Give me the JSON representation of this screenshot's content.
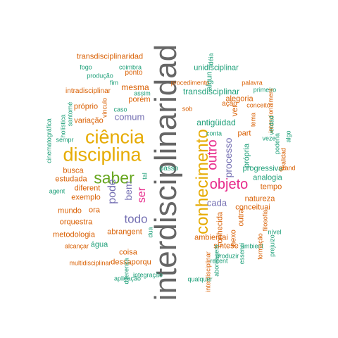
{
  "colors": {
    "gray": "#666666",
    "gold": "#E6AB02",
    "pink": "#E7298A",
    "purple": "#7570B3",
    "orange": "#D95F02",
    "teal": "#1B9E77",
    "green": "#66A61E"
  },
  "words": [
    {
      "text": "interdisciplinaridad",
      "color": "gray",
      "vertical": true
    },
    {
      "text": "conhecimento",
      "color": "gold",
      "vertical": true
    },
    {
      "text": "ciência",
      "color": "gold",
      "vertical": false
    },
    {
      "text": "disciplina",
      "color": "gold",
      "vertical": false
    },
    {
      "text": "saber",
      "color": "green",
      "vertical": false
    },
    {
      "text": "objeto",
      "color": "pink",
      "vertical": false
    },
    {
      "text": "outro",
      "color": "pink",
      "vertical": true
    },
    {
      "text": "processo",
      "color": "purple",
      "vertical": true
    },
    {
      "text": "ser",
      "color": "pink",
      "vertical": true
    },
    {
      "text": "pode",
      "color": "purple",
      "vertical": true
    },
    {
      "text": "bem",
      "color": "purple",
      "vertical": true
    },
    {
      "text": "todo",
      "color": "purple",
      "vertical": false
    },
    {
      "text": "comum",
      "color": "purple",
      "vertical": false
    },
    {
      "text": "cada",
      "color": "purple",
      "vertical": false
    },
    {
      "text": "transdisciplinaridad",
      "color": "orange",
      "vertical": false
    },
    {
      "text": "fogo",
      "color": "teal",
      "vertical": false
    },
    {
      "text": "coimbra",
      "color": "teal",
      "vertical": false
    },
    {
      "text": "produção",
      "color": "teal",
      "vertical": false
    },
    {
      "text": "ponto",
      "color": "orange",
      "vertical": false
    },
    {
      "text": "intradisciplinar",
      "color": "orange",
      "vertical": false
    },
    {
      "text": "mesma",
      "color": "orange",
      "vertical": false
    },
    {
      "text": "fim",
      "color": "teal",
      "vertical": false
    },
    {
      "text": "assim",
      "color": "teal",
      "vertical": false
    },
    {
      "text": "porém",
      "color": "orange",
      "vertical": false
    },
    {
      "text": "próprio",
      "color": "orange",
      "vertical": false
    },
    {
      "text": "caso",
      "color": "teal",
      "vertical": false
    },
    {
      "text": "vinculo",
      "color": "orange",
      "vertical": true
    },
    {
      "text": "variação",
      "color": "orange",
      "vertical": false
    },
    {
      "text": "holística",
      "color": "teal",
      "vertical": true
    },
    {
      "text": "santomé",
      "color": "teal",
      "vertical": true
    },
    {
      "text": "cinematográfica",
      "color": "teal",
      "vertical": true
    },
    {
      "text": "sempr",
      "color": "teal",
      "vertical": false
    },
    {
      "text": "busca",
      "color": "orange",
      "vertical": false
    },
    {
      "text": "estudada",
      "color": "orange",
      "vertical": false
    },
    {
      "text": "agent",
      "color": "teal",
      "vertical": false
    },
    {
      "text": "diferent",
      "color": "orange",
      "vertical": false
    },
    {
      "text": "exemplo",
      "color": "orange",
      "vertical": false
    },
    {
      "text": "tal",
      "color": "teal",
      "vertical": true
    },
    {
      "text": "mundo",
      "color": "orange",
      "vertical": false
    },
    {
      "text": "ora",
      "color": "orange",
      "vertical": false
    },
    {
      "text": "orquestra",
      "color": "orange",
      "vertical": false
    },
    {
      "text": "abrangent",
      "color": "orange",
      "vertical": false
    },
    {
      "text": "metodologia",
      "color": "orange",
      "vertical": false
    },
    {
      "text": "dua",
      "color": "teal",
      "vertical": true
    },
    {
      "text": "alcançar",
      "color": "orange",
      "vertical": false
    },
    {
      "text": "água",
      "color": "teal",
      "vertical": false
    },
    {
      "text": "coisa",
      "color": "orange",
      "vertical": false
    },
    {
      "text": "dessaporqu",
      "color": "orange",
      "vertical": false
    },
    {
      "text": "multidisciplinar",
      "color": "orange",
      "vertical": false
    },
    {
      "text": "diferença",
      "color": "teal",
      "vertical": true
    },
    {
      "text": "aplicação",
      "color": "teal",
      "vertical": false
    },
    {
      "text": "integração",
      "color": "teal",
      "vertical": false
    },
    {
      "text": "idéia",
      "color": "teal",
      "vertical": true
    },
    {
      "text": "unidisciplinar",
      "color": "teal",
      "vertical": false
    },
    {
      "text": "procedimento",
      "color": "orange",
      "vertical": false
    },
    {
      "text": "algun",
      "color": "teal",
      "vertical": true
    },
    {
      "text": "palavra",
      "color": "orange",
      "vertical": false
    },
    {
      "text": "primeiro",
      "color": "teal",
      "vertical": false
    },
    {
      "text": "transdisciplinar",
      "color": "teal",
      "vertical": false
    },
    {
      "text": "alegoria",
      "color": "orange",
      "vertical": false
    },
    {
      "text": "ação",
      "color": "orange",
      "vertical": false
    },
    {
      "text": "sob",
      "color": "orange",
      "vertical": false
    },
    {
      "text": "ver",
      "color": "orange",
      "vertical": true
    },
    {
      "text": "conceito",
      "color": "orange",
      "vertical": false
    },
    {
      "text": "intencionalment",
      "color": "orange",
      "vertical": true
    },
    {
      "text": "antigüidad",
      "color": "teal",
      "vertical": false
    },
    {
      "text": "part",
      "color": "orange",
      "vertical": false
    },
    {
      "text": "tema",
      "color": "orange",
      "vertical": true
    },
    {
      "text": "verdad",
      "color": "teal",
      "vertical": true
    },
    {
      "text": "conta",
      "color": "teal",
      "vertical": false
    },
    {
      "text": "veze",
      "color": "teal",
      "vertical": false
    },
    {
      "text": "poderia",
      "color": "teal",
      "vertical": true
    },
    {
      "text": "algo",
      "color": "teal",
      "vertical": true
    },
    {
      "text": "própria",
      "color": "teal",
      "vertical": true
    },
    {
      "text": "realidad",
      "color": "orange",
      "vertical": true
    },
    {
      "text": "progressiva",
      "color": "teal",
      "vertical": false
    },
    {
      "text": "grand",
      "color": "orange",
      "vertical": false
    },
    {
      "text": "analogia",
      "color": "teal",
      "vertical": false
    },
    {
      "text": "tempo",
      "color": "orange",
      "vertical": false
    },
    {
      "text": "natureza",
      "color": "orange",
      "vertical": false
    },
    {
      "text": "conceituai",
      "color": "orange",
      "vertical": false
    },
    {
      "text": "ambientai",
      "color": "orange",
      "vertical": false
    },
    {
      "text": "conhecida",
      "color": "orange",
      "vertical": true
    },
    {
      "text": "outra",
      "color": "orange",
      "vertical": true
    },
    {
      "text": "síntese",
      "color": "orange",
      "vertical": false
    },
    {
      "text": "nexo",
      "color": "orange",
      "vertical": true
    },
    {
      "text": "filosofia",
      "color": "orange",
      "vertical": true
    },
    {
      "text": "nível",
      "color": "teal",
      "vertical": false
    },
    {
      "text": "ambient",
      "color": "teal",
      "vertical": false
    },
    {
      "text": "formação",
      "color": "orange",
      "vertical": true
    },
    {
      "text": "prejuizo",
      "color": "teal",
      "vertical": true
    },
    {
      "text": "abordagem",
      "color": "teal",
      "vertical": true
    },
    {
      "text": "produzir",
      "color": "teal",
      "vertical": false
    },
    {
      "text": "recent",
      "color": "teal",
      "vertical": false
    },
    {
      "text": "essenci",
      "color": "teal",
      "vertical": true
    },
    {
      "text": "interdisciplinar",
      "color": "orange",
      "vertical": true
    },
    {
      "text": "qualquer",
      "color": "teal",
      "vertical": false
    },
    {
      "text": "passo",
      "color": "teal",
      "vertical": false
    }
  ]
}
